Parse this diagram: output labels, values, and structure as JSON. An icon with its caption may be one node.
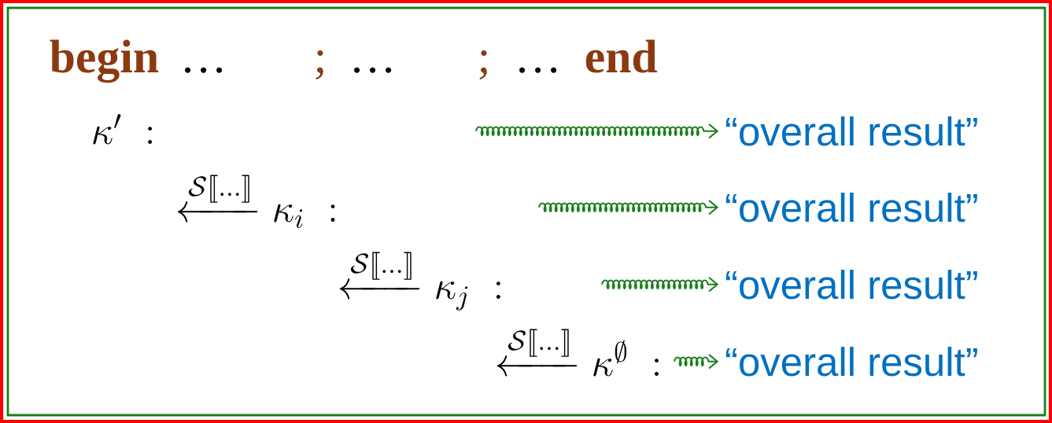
{
  "diagram": {
    "nodes": [
      {
        "text": [
          "“overall result”"
        ]
      },
      {
        "text": [
          "“overall result”"
        ]
      },
      {
        "text": [
          "“overall result”"
        ]
      },
      {
        "text": [
          "“overall result”"
        ]
      }
    ],
    "edges": [
      {
        "from": null,
        "to": 0,
        "arrow": "to"
      },
      {
        "from": null,
        "to": 1,
        "arrow": "to"
      },
      {
        "from": null,
        "to": 2,
        "arrow": "to"
      },
      {
        "from": null,
        "to": 3,
        "arrow": "to"
      }
    ],
    "labels": [
      "begin",
      "…",
      ";",
      "…",
      ";",
      "…",
      "end",
      "\\kappa'\\;:",
      "\\xleftarrow{\\mathcal{S}\\llbracket\\ldots\\rrbracket}\\kappa_i\\;:",
      "\\xleftarrow{\\mathcal{S}\\llbracket\\ldots\\rrbracket}\\kappa_j\\;:",
      "\\xleftarrow{\\mathcal{S}\\llbracket\\ldots\\rrbracket}\\kappa^{\\emptyset}\\;:"
    ]
  }
}
